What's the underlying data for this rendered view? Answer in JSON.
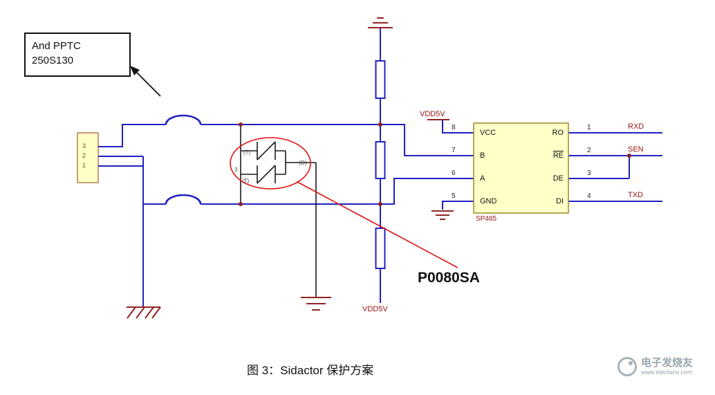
{
  "callout": {
    "line1": "And PPTC",
    "line2": "250S130"
  },
  "connector": {
    "pin3": "3",
    "pin2": "2",
    "pin1": "1"
  },
  "sidactor": {
    "t_top": "(T)",
    "mid_num": "3",
    "t_bottom": "(T)",
    "g": "(G)",
    "part": "P0080SA"
  },
  "power": {
    "vdd_top": "VDD5V",
    "vdd_bottom": "VDD5V"
  },
  "chip": {
    "name": "SP485",
    "left_pins": [
      {
        "num": "8",
        "label": "VCC"
      },
      {
        "num": "7",
        "label": "B"
      },
      {
        "num": "6",
        "label": "A"
      },
      {
        "num": "5",
        "label": "GND"
      }
    ],
    "right_pins": [
      {
        "num": "1",
        "label": "RO"
      },
      {
        "num": "2",
        "label": "RE"
      },
      {
        "num": "3",
        "label": "DE"
      },
      {
        "num": "4",
        "label": "DI"
      }
    ],
    "signals": {
      "rxd": "RXD",
      "sen": "SEN",
      "txd": "TXD"
    }
  },
  "caption": "图 3：Sidactor 保护方案",
  "watermark": {
    "name": "电子发烧友",
    "url": "www.elecfans.com"
  },
  "colors": {
    "wire_blue": "#2020c0",
    "ground_red": "#932222",
    "label_red": "#991111",
    "highlight_red": "#e01010",
    "chip_fill": "#ffffc8"
  }
}
